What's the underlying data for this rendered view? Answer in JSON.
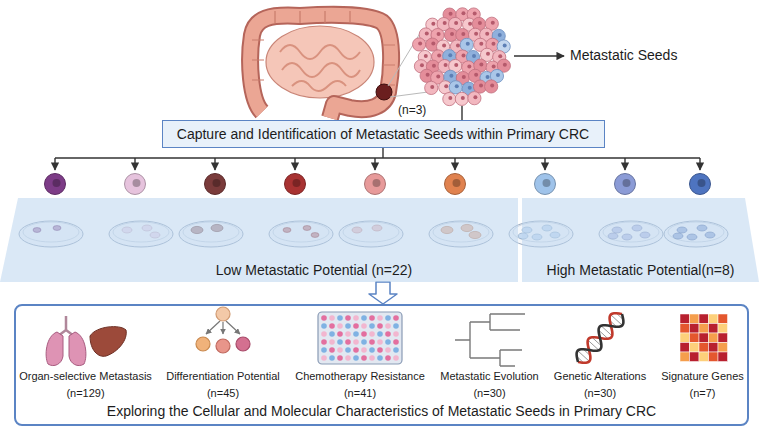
{
  "diagram": {
    "nodes": [
      {
        "text": [
          "Capture and Identification of Metastatic Seeds within Primary CRC"
        ]
      },
      {
        "text": [
          "Low Metastatic Potential (n=22)"
        ]
      },
      {
        "text": [
          "High Metastatic Potential(n=8)"
        ]
      },
      {
        "text": [
          "Exploring the Cellular and Molecular Characteristics of Metastatic Seeds in Primary CRC"
        ]
      }
    ],
    "edges": [
      {
        "from": 1,
        "to": 3,
        "arrow": "to"
      }
    ],
    "labels": [
      "(n=3)",
      "Metastatic Seeds",
      "Organ-selective Metastasis",
      "(n=129)",
      "Differentiation Potential",
      "(n=45)",
      "Chemotherapy Resistance",
      "(n=41)",
      "Metastatic Evolution",
      "(n=30)",
      "Genetic Alterations",
      "(n=30)",
      "Signature Genes",
      "(n=7)"
    ]
  }
}
